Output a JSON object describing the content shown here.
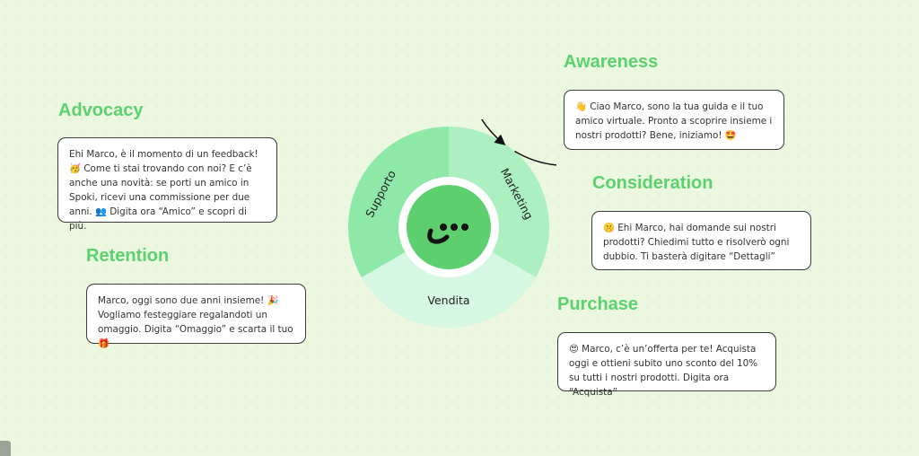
{
  "wheel": {
    "segments": [
      {
        "label": "Supporto",
        "color": "#8ee8a8"
      },
      {
        "label": "Marketing",
        "color": "#acf0c2"
      },
      {
        "label": "Vendita",
        "color": "#d6f7e2"
      }
    ],
    "center_color": "#5ecf6e",
    "logo_icon": "chat-bubble-dots-icon"
  },
  "stages": [
    {
      "title": "Awareness",
      "message": "👋 Ciao Marco, sono la tua guida e il tuo amico virtuale. Pronto a scoprire insieme i nostri prodotti? Bene, iniziamo! 🤩"
    },
    {
      "title": "Consideration",
      "message": "🤫 Ehi Marco, hai domande sui nostri prodotti? Chiedimi tutto e risolverò ogni dubbio. Ti basterà digitare “Dettagli”"
    },
    {
      "title": "Purchase",
      "message": "😍 Marco, c’è un’offerta per te! Acquista oggi e ottieni subito uno sconto del 10% su tutti i nostri prodotti. Digita ora “Acquista”"
    },
    {
      "title": "Retention",
      "message": "Marco, oggi sono due anni insieme! 🎉 Vogliamo festeggiare regalandoti un omaggio. Digita “Omaggio” e scarta il tuo 🎁"
    },
    {
      "title": "Advocacy",
      "message": "Ehi Marco, è il momento di un feedback! 🥳 Come ti stai trovando con noi? E c’è anche una novità: se porti un amico in Spoki, ricevi una commissione per due anni. 👥 Digita ora “Amico” e scopri di più."
    }
  ],
  "accent_color": "#5cd16f"
}
